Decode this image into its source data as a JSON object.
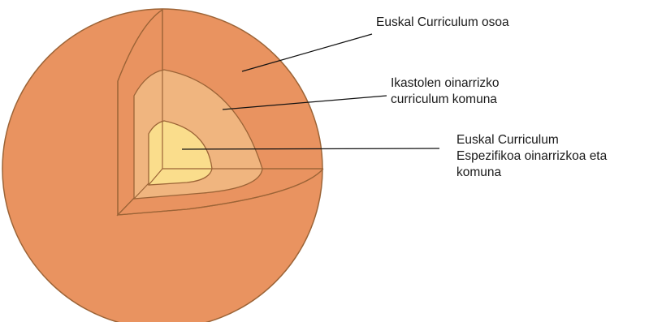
{
  "diagram": {
    "layers": [
      {
        "lines": [
          "Euskal Curriculum osoa"
        ],
        "color": "#e99360"
      },
      {
        "lines": [
          "Ikastolen oinarrizko",
          "curriculum komuna"
        ],
        "color": "#f0b57f"
      },
      {
        "lines": [
          "Euskal Curriculum",
          "Espezifikoa oinarrizkoa eta",
          "komuna"
        ],
        "color": "#fadd8c"
      }
    ],
    "outline_color": "#9c6437"
  }
}
